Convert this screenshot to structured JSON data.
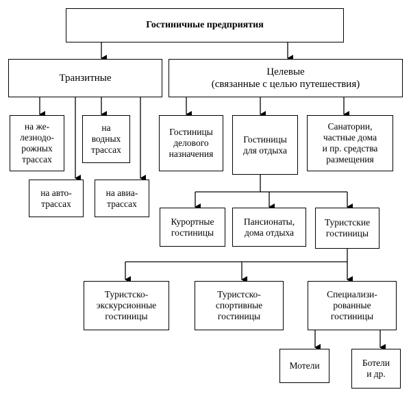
{
  "diagram": {
    "root": "Гостиничные предприятия",
    "transit": "Транзитные",
    "target": "Целевые\n(связанные с целью путешествия)",
    "rail": "на же-\nлезнодо-\nрожных\nтрассах",
    "water": "на\nводных\nтрассах",
    "auto": "на авто-\nтрассах",
    "avia": "на авиа-\nтрассах",
    "business": "Гостиницы\nделового\nназначения",
    "rest": "Гостиницы\nдля отдыха",
    "sanatoria": "Санатории,\nчастные дома\nи пр. средства\nразмещения",
    "resort": "Курортные\nгостиницы",
    "boarding": "Пансионаты,\nдома отдыха",
    "tourist": "Туристские\nгостиницы",
    "excursion": "Туристско-\nэкскурсионные\nгостиницы",
    "sport": "Туристско-\nспортивные\nгостиницы",
    "specialized": "Специализи-\nрованные\nгостиницы",
    "motels": "Мотели",
    "botels": "Ботели\nи др."
  }
}
